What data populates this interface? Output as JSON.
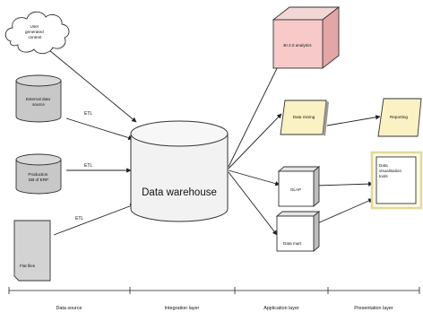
{
  "nodes": {
    "cloud": [
      "User",
      "generated",
      "content"
    ],
    "external": [
      "External data",
      "source"
    ],
    "production": [
      "Production",
      "DB of ERP"
    ],
    "flatfiles": "Flat files",
    "warehouse": "Data warehouse",
    "bi": "BI 2.0 analytics",
    "mining": "Data mining",
    "reporting": "Reporting",
    "olap": "OLAP",
    "datamart": "Data mart",
    "visualization": [
      "Data",
      "visualisation",
      "tools"
    ]
  },
  "edges": {
    "etl_external": "ETL",
    "etl_production": "ETL",
    "etl_flatfiles": "ETL"
  },
  "layers": [
    "Data source",
    "Integration layer",
    "Application layer",
    "Presentation layer"
  ],
  "colors": {
    "cylinder_fill": "#c8c8c8",
    "warehouse_fill": "#f2f2f2",
    "bi_front": "#f7c9c9",
    "bi_side": "#e3a5a5",
    "note_fill": "#fbf2c4",
    "viz_fill": "#fdfbe6",
    "viz_border": "#e3d89a"
  }
}
